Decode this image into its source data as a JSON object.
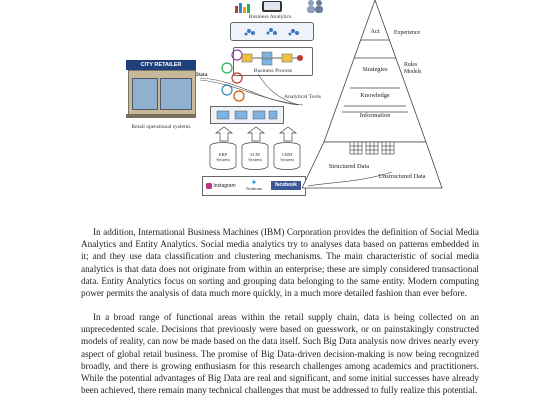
{
  "figure": {
    "top_label": "Business Analytics",
    "process_label": "Business Process",
    "store_sign": "CITY RETAILER",
    "data_label": "Data",
    "retail_caption": "Retail operational systems",
    "tools_label": "Analytical Tools",
    "systems": [
      {
        "line1": "ERP",
        "line2": "System"
      },
      {
        "line1": "SCM",
        "line2": "System"
      },
      {
        "line1": "CRM",
        "line2": "System"
      }
    ],
    "social": {
      "instagram": "Instagram",
      "twitter": "Twitter.me",
      "facebook": "facebook"
    },
    "pyramid": {
      "levels": [
        "Act",
        "Strategies",
        "Knowledge",
        "Information"
      ],
      "side": [
        "Experience",
        "Rules\nModels"
      ],
      "structured": "Structured Data",
      "unstructured": "Unstructured Data"
    }
  },
  "text": {
    "p1": "In addition, International Business Machines (IBM) Corporation provides the definition of Social Media Analytics and Entity Analytics. Social media analytics try to analyses data based on patterns embedded in it; and they use data classification and clustering mechanisms. The main characteristic of social media analytics is that data does not originate from within an enterprise; these are simply considered transactional data. Entity Analytics focus on sorting and grouping data belonging to the same entity. Modern computing power permits the analysis of data much more quickly, in a much more detailed fashion than ever before.",
    "p2": "In a broad range of functional areas within the retail supply chain, data is being collected on an unprecedented scale. Decisions that previously were based on guesswork, or on painstakingly constructed models of reality, can now be made based on the data itself. Such Big Data analysis now drives nearly every aspect of global retail business. The promise of Big Data-driven decision-making is now being recognized broadly, and there is growing enthusiasm for this research challenges among academics and practitioners. While the potential advantages of Big Data are real and significant, and some initial successes have already been achieved, there remain many technical challenges that must be addressed to fully realize this potential."
  }
}
